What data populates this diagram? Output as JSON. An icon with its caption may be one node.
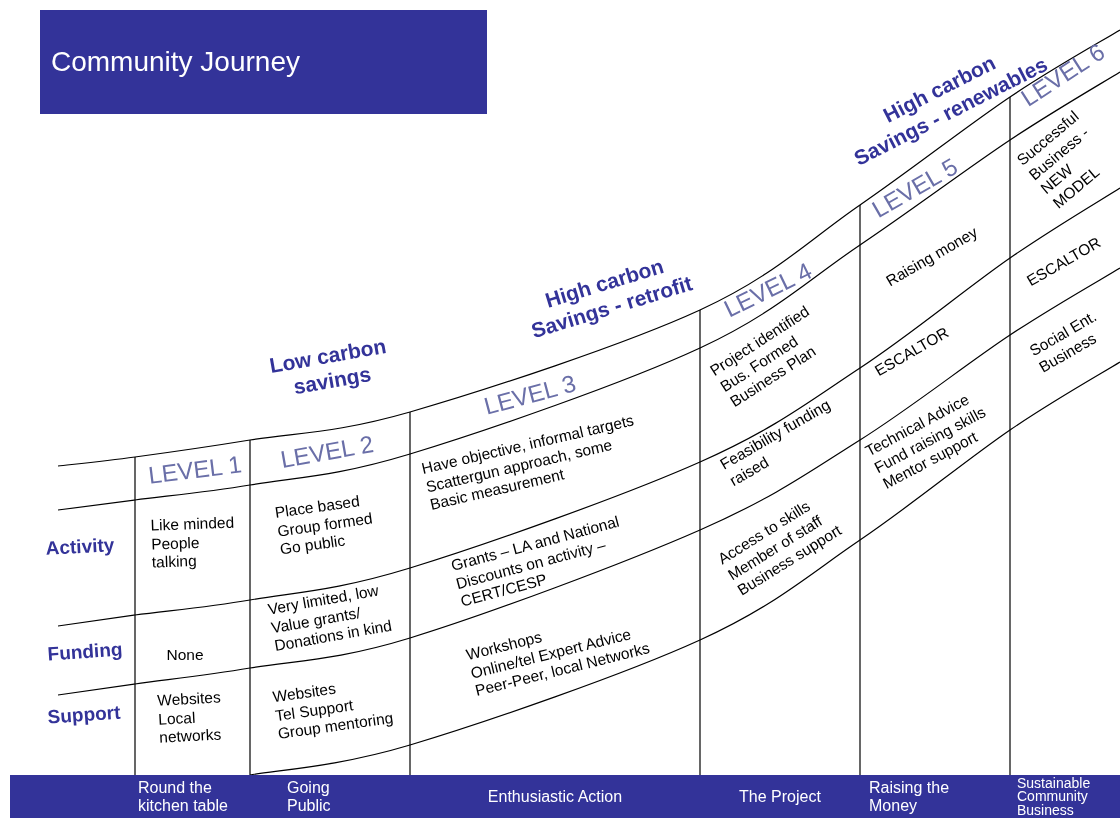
{
  "diagram": {
    "title": "Community Journey",
    "labels": [
      "Low carbon savings",
      "High carbon Savings - retrofit",
      "High carbon Savings - renewables",
      "LEVEL 1",
      "LEVEL 2",
      "LEVEL 3",
      "LEVEL 4",
      "LEVEL 5",
      "LEVEL 6",
      "Activity",
      "Funding",
      "Support",
      "Like minded People talking",
      "Place based Group formed Go public",
      "Have objective, informal targets Scattergun approach, some Basic measurement",
      "Project identified Bus. Formed Business Plan",
      "Raising money",
      "Successful Business - NEW MODEL",
      "None",
      "Very limited, low Value grants/ Donations in kind",
      "Grants – LA and National Discounts on activity – CERT/CESP",
      "Feasibility funding raised",
      "ESCALTOR",
      "ESCALTOR",
      "Websites Local networks",
      "Websites Tel Support Group mentoring",
      "Workshops Online/tel Expert Advice Peer-Peer, local Networks",
      "Access to skills Member of staff Business support",
      "Technical Advice Fund raising skills Mentor support",
      "Social Ent. Business",
      "Round the kitchen table",
      "Going Public",
      "Enthusiastic Action",
      "The Project",
      "Raising the Money",
      "Sustainable Community Business"
    ]
  }
}
